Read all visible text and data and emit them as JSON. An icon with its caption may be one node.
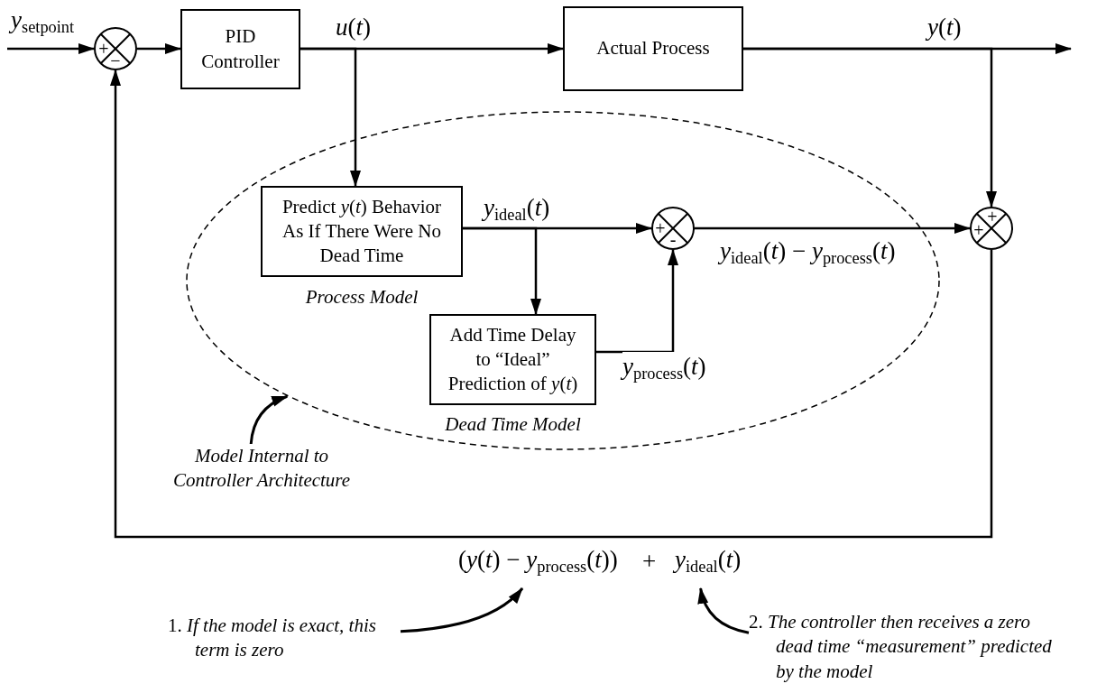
{
  "diagram": {
    "nodes": [
      {
        "text": [
          "*y*$_{setpoint}$"
        ]
      },
      {
        "text": [
          "+",
          "−"
        ]
      },
      {
        "text": [
          "PID Controller"
        ]
      },
      {
        "text": [
          "Actual Process"
        ]
      },
      {
        "text": [],
        "shape": "ellipse"
      },
      {
        "text": [
          "Predict *y*(*t*) Behavior As If There Were No Dead Time"
        ],
        "beside": [
          "Process Model"
        ],
        "in": 4
      },
      {
        "text": [
          "+",
          "-"
        ],
        "in": 4
      },
      {
        "text": [
          "Add Time Delay to “Ideal” Prediction of *y*(*t*)"
        ],
        "beside": [
          "Dead Time Model"
        ],
        "in": 4
      },
      {
        "text": [
          "+",
          "+"
        ]
      },
      {
        "text": [
          "Model Internal to Controller Architecture"
        ]
      },
      {
        "text": [
          "(*y*(*t*) − *y*$_{process}$(*t*))"
        ]
      },
      {
        "text": [
          "*y*$_{ideal}$(*t*)"
        ]
      },
      {
        "text": [
          "1. *If the model is exact, this term is zero*"
        ]
      },
      {
        "text": [
          "2. *The controller then receives a zero dead time “measurement” predicted by the model*"
        ]
      }
    ],
    "edges": [
      {
        "from": 0,
        "to": 1,
        "arrow": "to"
      },
      {
        "from": 1,
        "to": 2,
        "arrow": "to"
      },
      {
        "from": 2,
        "to": 3,
        "arrow": "to",
        "label": "*u*(*t*)"
      },
      {
        "from": 2,
        "to": 5,
        "arrow": "to"
      },
      {
        "from": 3,
        "to": null,
        "arrow": "to",
        "label": "*y*(*t*)"
      },
      {
        "from": 3,
        "to": 8,
        "arrow": "to"
      },
      {
        "from": 5,
        "to": 6,
        "arrow": "to",
        "label": "*y*$_{ideal}$(*t*)"
      },
      {
        "from": 5,
        "to": 7,
        "arrow": "to"
      },
      {
        "from": 7,
        "to": 6,
        "arrow": "to",
        "label": "*y*$_{process}$(*t*)"
      },
      {
        "from": 6,
        "to": 8,
        "arrow": "to",
        "label": "*y*$_{ideal}$(*t*) − *y*$_{process}$(*t*)"
      },
      {
        "from": 8,
        "to": 1,
        "arrow": "to"
      },
      {
        "from": 9,
        "to": 4,
        "arrow": "to"
      },
      {
        "from": 12,
        "to": 10,
        "arrow": "to"
      },
      {
        "from": 13,
        "to": 11,
        "arrow": "to"
      }
    ],
    "labels": [
      "+"
    ]
  }
}
